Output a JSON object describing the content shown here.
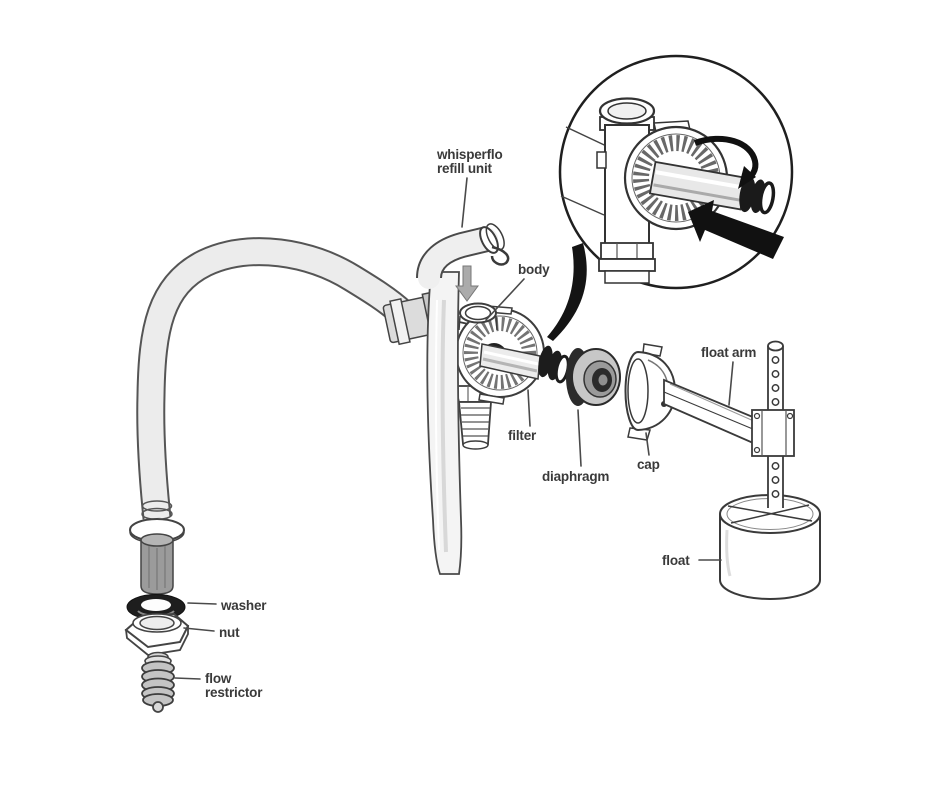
{
  "diagram": {
    "labels": {
      "whisperflo": {
        "line1": "whisperflo",
        "line2": "refill unit"
      },
      "body": "body",
      "filter": "filter",
      "diaphragm": "diaphragm",
      "cap": "cap",
      "float_arm": "float arm",
      "float": "float",
      "washer": "washer",
      "nut": "nut",
      "flow_restrictor": {
        "line1": "flow",
        "line2": "restrictor"
      }
    },
    "icons": {
      "insert_arrow": "insert-direction-arrow",
      "rotation_arrow": "rotate-to-lock-arrow",
      "push_arrow": "push-in-arrow",
      "zoom_swoosh": "detail-callout-swoosh"
    },
    "colors": {
      "background": "#ffffff",
      "line": "#3a3a3a",
      "label_text": "#3a3a3a",
      "fill_light": "#efefef",
      "fill_mid": "#c7c7c7",
      "fill_dark": "#9b9b9b",
      "ink": "#1c1c1c"
    }
  }
}
